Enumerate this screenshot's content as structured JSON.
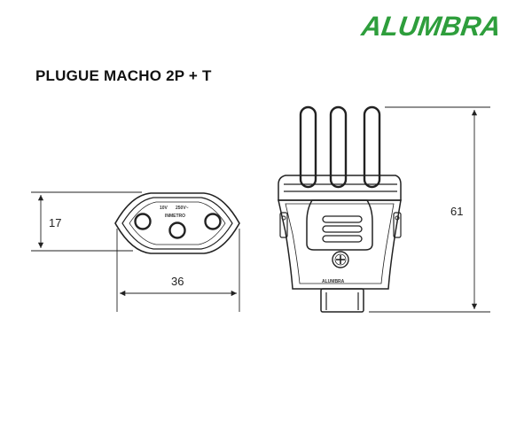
{
  "header": {
    "brand": "ALUMBRA",
    "title": "PLUGUE MACHO 2P + T"
  },
  "colors": {
    "brand": "#2e9e3c",
    "line": "#222222"
  },
  "dimensions": {
    "front_height": "17",
    "front_width": "36",
    "side_height": "61"
  },
  "face_markings": {
    "voltage": "10V",
    "current": "250V~",
    "certification": "INMETRO"
  },
  "body_marking": "ALUMBRA"
}
